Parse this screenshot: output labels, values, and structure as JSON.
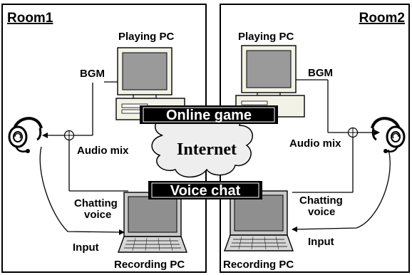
{
  "rooms": {
    "room1": {
      "title": "Room1",
      "playing_pc": "Playing PC",
      "bgm": "BGM",
      "audio_mix": "Audio mix",
      "chatting_voice_line1": "Chatting",
      "chatting_voice_line2": "voice",
      "input": "Input",
      "recording_pc": "Recording PC"
    },
    "room2": {
      "title": "Room2",
      "playing_pc": "Playing PC",
      "bgm": "BGM",
      "audio_mix": "Audio mix",
      "chatting_voice_line1": "Chatting",
      "chatting_voice_line2": "voice",
      "input": "Input",
      "recording_pc": "Recording PC"
    }
  },
  "center": {
    "online_game": "Online game",
    "internet": "Internet",
    "voice_chat": "Voice chat"
  },
  "colors": {
    "banner_bg": "#000000",
    "banner_text": "#ffffff",
    "pc_body": "#f2f2e6",
    "pc_screen": "#9a9a9a",
    "line": "#000000"
  }
}
